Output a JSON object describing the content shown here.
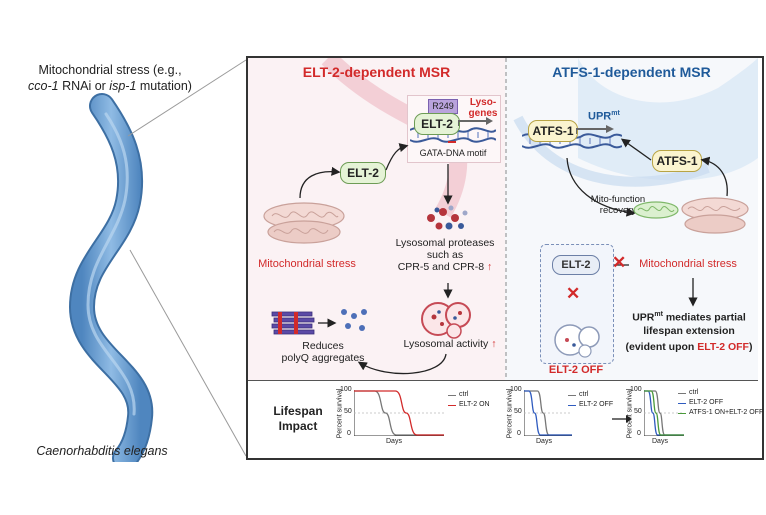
{
  "left": {
    "stress_line1": "Mitochondrial stress (e.g.,",
    "stress_line2_a": "cco-1",
    "stress_line2_b": " RNAi or ",
    "stress_line2_c": "isp-1",
    "stress_line2_d": " mutation)",
    "organism": "Caenorhabditis elegans"
  },
  "elt2_panel": {
    "title": "ELT-2-dependent MSR",
    "r249": "R249",
    "elt2_top": "ELT-2",
    "lyso_genes_1": "Lyso-",
    "lyso_genes_2": "genes",
    "gata_motif": "GATA-DNA motif",
    "elt2_mid": "ELT-2",
    "mito_stress": "Mitochondrial stress",
    "proteases_1": "Lysosomal proteases",
    "proteases_2": "such as",
    "proteases_3": "CPR-5 and CPR-8",
    "up_arrow": "↑",
    "lyso_activity": "Lysosomal activity",
    "reduces_1": "Reduces",
    "reduces_2": "polyQ aggregates"
  },
  "atfs_panel": {
    "title": "ATFS-1-dependent MSR",
    "atfs1_dna": "ATFS-1",
    "upr": "UPR",
    "upr_sup": "mt",
    "atfs1_side": "ATFS-1",
    "recovery_1": "Mito-function",
    "recovery_2": "recovery",
    "elt2_box": "ELT-2",
    "mito_stress": "Mitochondrial stress",
    "elt2_off": "ELT-2 OFF",
    "upr_note_1a": "UPR",
    "upr_note_1sup": "mt",
    "upr_note_1b": " mediates partial",
    "upr_note_2": "lifespan extension",
    "upr_note_3a": "(evident upon ",
    "upr_note_3b": "ELT-2 OFF",
    "upr_note_3c": ")"
  },
  "lifespan": {
    "label_1": "Lifespan",
    "label_2": "Impact",
    "ylabel": "Percent survival",
    "xlabel": "Days",
    "ytick_top": "100",
    "ytick_mid": "50",
    "ytick_bot": "0"
  },
  "chart_data": [
    {
      "type": "line",
      "xlabel": "Days",
      "ylabel": "Percent survival",
      "ylim": [
        0,
        100
      ],
      "series": [
        {
          "name": "ctrl",
          "color": "#777777",
          "median_frac": 0.35
        },
        {
          "name": "ELT-2 ON",
          "color": "#d22a2a",
          "median_frac": 0.58
        }
      ]
    },
    {
      "type": "line",
      "xlabel": "Days",
      "ylabel": "Percent survival",
      "ylim": [
        0,
        100
      ],
      "series": [
        {
          "name": "ctrl",
          "color": "#777777",
          "median_frac": 0.4
        },
        {
          "name": "ELT-2 OFF",
          "color": "#2f5bbf",
          "median_frac": 0.22
        }
      ]
    },
    {
      "type": "line",
      "xlabel": "Days",
      "ylabel": "Percent survival",
      "ylim": [
        0,
        100
      ],
      "series": [
        {
          "name": "ctrl",
          "color": "#777777",
          "median_frac": 0.4
        },
        {
          "name": "ELT-2 OFF",
          "color": "#2f5bbf",
          "median_frac": 0.22
        },
        {
          "name": "ATFS-1 ON+ELT-2 OFF",
          "color": "#4a9a3a",
          "median_frac": 0.3
        }
      ]
    }
  ],
  "colors": {
    "red": "#d22a2a",
    "blue": "#1f5a9a",
    "pill_green": "#e5f3d6",
    "worm": "#6a9fd0"
  }
}
